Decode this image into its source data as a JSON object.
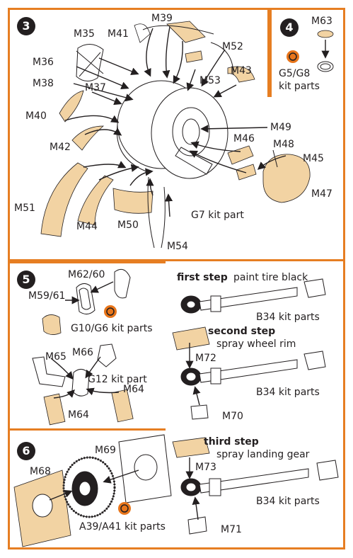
{
  "colors": {
    "frame": "#e67e22",
    "mask": "#f2d3a3",
    "ink": "#231f20",
    "kit_icon": "#e8751a"
  },
  "step3": {
    "number": "3",
    "labels": {
      "m35": "M35",
      "m41": "M41",
      "m39": "M39",
      "m52": "M52",
      "m36": "M36",
      "m38": "M38",
      "m37": "M37",
      "m53": "M53",
      "m43": "M43",
      "m40": "M40",
      "m49": "M49",
      "m46": "M46",
      "m48": "M48",
      "m42": "M42",
      "m45": "M45",
      "m47": "M47",
      "m51": "M51",
      "m44": "M44",
      "m50": "M50",
      "g7": "G7 kit part",
      "m54": "M54"
    }
  },
  "step4": {
    "number": "4",
    "m63": "M63",
    "kit": "G5/G8",
    "kit2": "kit parts",
    "icon": "kit-part-icon"
  },
  "step5": {
    "number": "5",
    "m62_60": "M62/60",
    "m59_61": "M59/61",
    "kit": "G10/G6 kit parts",
    "m65": "M65",
    "m66": "M66",
    "g12": "G12 kit part",
    "m64a": "M64",
    "m64b": "M64",
    "icon": "kit-part-icon"
  },
  "steps_right": {
    "first_step": "first step",
    "first_desc": "paint tire black",
    "b34_1": "B34 kit parts",
    "second_step": "second step",
    "second_desc": "spray wheel rim",
    "m72": "M72",
    "b34_2": "B34 kit parts",
    "m70": "M70",
    "third_step": "third step",
    "third_desc": "spray landing gear",
    "m73": "M73",
    "b34_3": "B34 kit parts",
    "m71": "M71"
  },
  "step6": {
    "number": "6",
    "m69": "M69",
    "m68": "M68",
    "kit": "A39/A41 kit parts",
    "icon": "kit-part-icon"
  }
}
